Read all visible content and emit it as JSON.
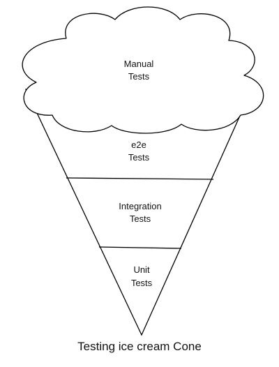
{
  "diagram": {
    "layers": [
      {
        "id": "manual",
        "line1": "Manual",
        "line2": "Tests"
      },
      {
        "id": "e2e",
        "line1": "e2e",
        "line2": "Tests"
      },
      {
        "id": "integration",
        "line1": "Integration",
        "line2": "Tests"
      },
      {
        "id": "unit",
        "line1": "Unit",
        "line2": "Tests"
      }
    ],
    "caption": "Testing ice cream Cone",
    "colors": {
      "stroke": "#000000",
      "fill": "#ffffff",
      "text": "#111111"
    }
  }
}
